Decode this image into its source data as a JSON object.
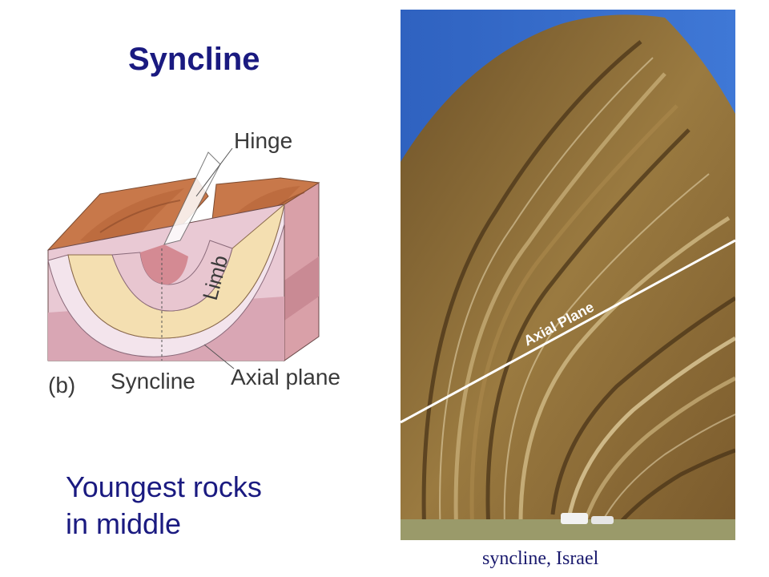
{
  "slide": {
    "title": "Syncline",
    "text_lines": [
      "Youngest rocks",
      "in middle"
    ],
    "photo_caption": "syncline, Israel"
  },
  "diagram": {
    "labels": {
      "hinge": "Hinge",
      "limb": "Limb",
      "panel": "(b)",
      "syncline": "Syncline",
      "axial_plane": "Axial plane"
    },
    "colors": {
      "top_surface": "#c8784a",
      "outer_layer": "#e9c9d4",
      "middle_layer": "#f3e4ec",
      "core_layer": "#f4dfb1",
      "center_core": "#d48a93",
      "side_face": "#d9a0a8"
    }
  },
  "photo": {
    "annotation": "Axial Plane",
    "sky_color": "#3568c6",
    "rock_color": "#8a6a34"
  }
}
